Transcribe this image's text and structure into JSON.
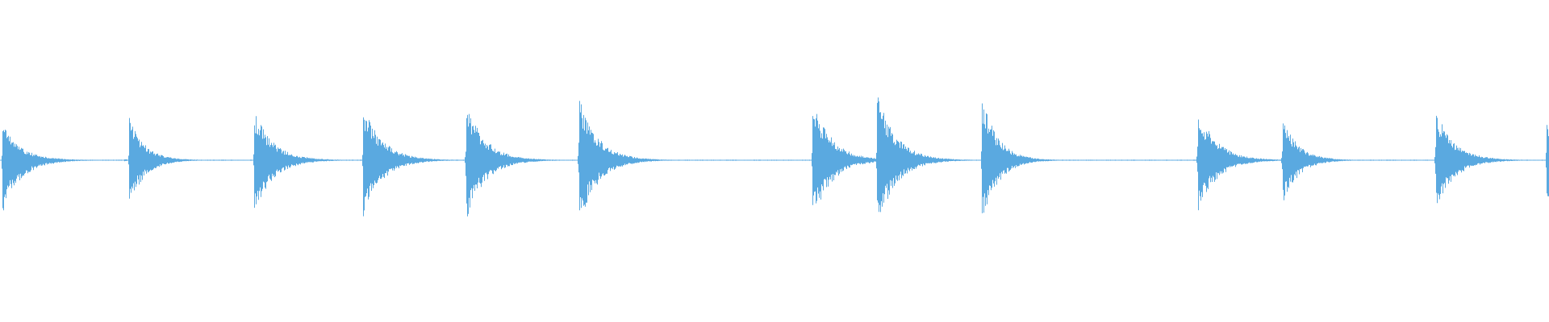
{
  "waveform": {
    "color": "#5aa9e0",
    "background": "#ffffff",
    "duration": 1.0,
    "baseline_amplitude": 0.003,
    "transients": [
      {
        "t": 0.0013,
        "peak": 0.3,
        "trough": 0.45,
        "decay": 0.012
      },
      {
        "t": 0.0833,
        "peak": 0.36,
        "trough": 0.38,
        "decay": 0.01
      },
      {
        "t": 0.1641,
        "peak": 0.42,
        "trough": 0.45,
        "decay": 0.012
      },
      {
        "t": 0.2344,
        "peak": 0.48,
        "trough": 0.48,
        "decay": 0.012
      },
      {
        "t": 0.3008,
        "peak": 0.5,
        "trough": 0.52,
        "decay": 0.012
      },
      {
        "t": 0.3737,
        "peak": 0.55,
        "trough": 0.55,
        "decay": 0.012
      },
      {
        "t": 0.5247,
        "peak": 0.52,
        "trough": 0.52,
        "decay": 0.012
      },
      {
        "t": 0.5664,
        "peak": 0.58,
        "trough": 0.58,
        "decay": 0.012
      },
      {
        "t": 0.6341,
        "peak": 0.55,
        "trough": 0.55,
        "decay": 0.01
      },
      {
        "t": 0.7734,
        "peak": 0.45,
        "trough": 0.45,
        "decay": 0.012
      },
      {
        "t": 0.8281,
        "peak": 0.38,
        "trough": 0.38,
        "decay": 0.01
      },
      {
        "t": 0.9271,
        "peak": 0.42,
        "trough": 0.42,
        "decay": 0.012
      },
      {
        "t": 0.9987,
        "peak": 0.35,
        "trough": 0.35,
        "decay": 0.01
      }
    ],
    "minor_blips": [
      {
        "t": 0.265,
        "amp": 0.03
      },
      {
        "t": 0.08,
        "amp": 0.01
      },
      {
        "t": 0.818,
        "amp": 0.01
      }
    ]
  }
}
